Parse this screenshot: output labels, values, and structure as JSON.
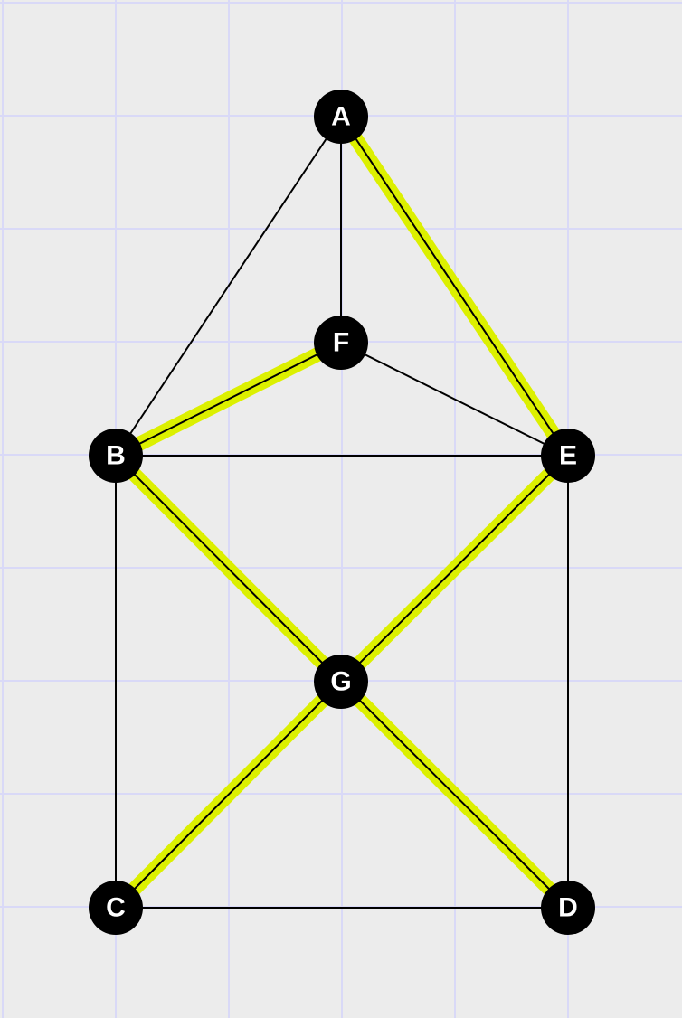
{
  "colors": {
    "background": "#ececec",
    "grid": "#d9d9f7",
    "edge": "#000000",
    "highlight": "#dcf000",
    "node_fill": "#000000",
    "node_text": "#ffffff"
  },
  "nodes": [
    {
      "id": "A",
      "label": "A"
    },
    {
      "id": "F",
      "label": "F"
    },
    {
      "id": "B",
      "label": "B"
    },
    {
      "id": "E",
      "label": "E"
    },
    {
      "id": "G",
      "label": "G"
    },
    {
      "id": "C",
      "label": "C"
    },
    {
      "id": "D",
      "label": "D"
    }
  ],
  "edges": [
    {
      "from": "A",
      "to": "B",
      "highlighted": false
    },
    {
      "from": "A",
      "to": "F",
      "highlighted": false
    },
    {
      "from": "A",
      "to": "E",
      "highlighted": true
    },
    {
      "from": "F",
      "to": "B",
      "highlighted": true
    },
    {
      "from": "F",
      "to": "E",
      "highlighted": false
    },
    {
      "from": "B",
      "to": "E",
      "highlighted": false
    },
    {
      "from": "B",
      "to": "C",
      "highlighted": false
    },
    {
      "from": "B",
      "to": "G",
      "highlighted": true
    },
    {
      "from": "E",
      "to": "G",
      "highlighted": true
    },
    {
      "from": "E",
      "to": "D",
      "highlighted": false
    },
    {
      "from": "G",
      "to": "C",
      "highlighted": true
    },
    {
      "from": "G",
      "to": "D",
      "highlighted": true
    },
    {
      "from": "C",
      "to": "D",
      "highlighted": false
    }
  ]
}
